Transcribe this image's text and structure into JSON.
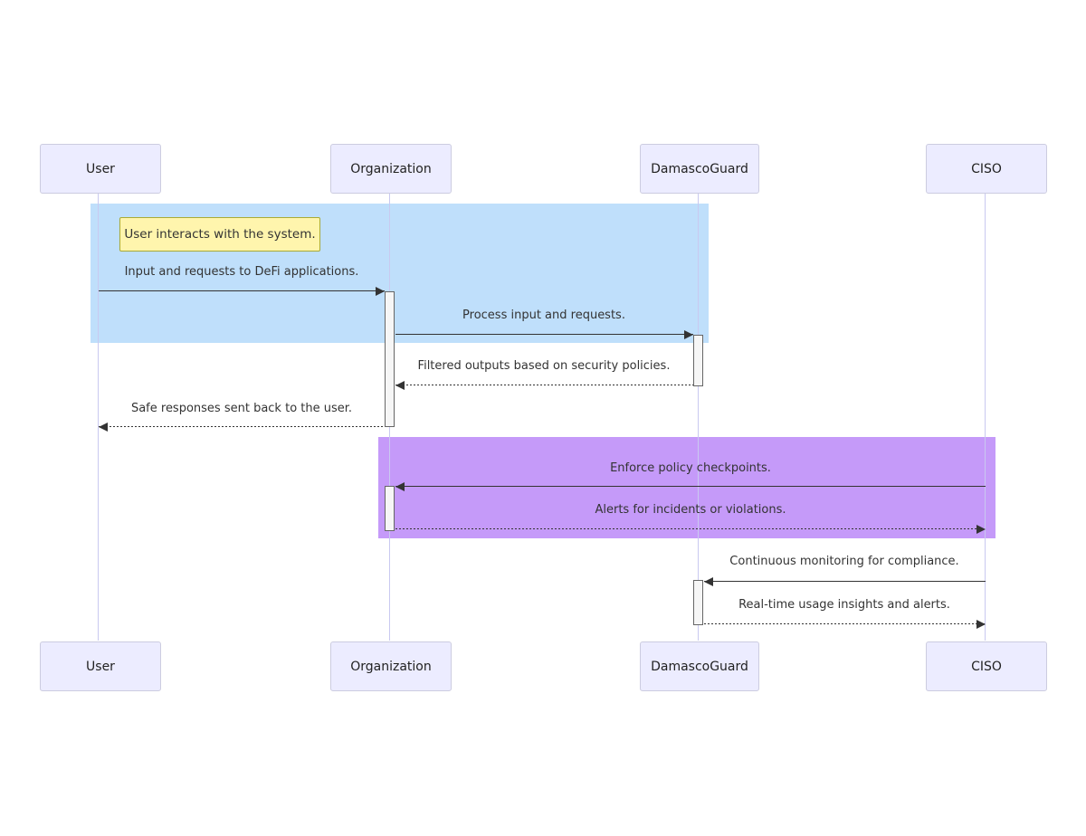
{
  "diagram": {
    "type": "sequence",
    "actors": [
      {
        "id": "user",
        "label": "User"
      },
      {
        "id": "organization",
        "label": "Organization"
      },
      {
        "id": "damascoguard",
        "label": "DamascoGuard"
      },
      {
        "id": "ciso",
        "label": "CISO"
      }
    ],
    "note": {
      "text": "User interacts with the system.",
      "over": "User"
    },
    "messages": [
      {
        "from": "User",
        "to": "Organization",
        "text": "Input and requests to DeFi applications.",
        "style": "solid"
      },
      {
        "from": "Organization",
        "to": "DamascoGuard",
        "text": "Process input and requests.",
        "style": "solid"
      },
      {
        "from": "DamascoGuard",
        "to": "Organization",
        "text": "Filtered outputs based on security policies.",
        "style": "dashed"
      },
      {
        "from": "Organization",
        "to": "User",
        "text": "Safe responses sent back to the user.",
        "style": "dashed"
      },
      {
        "from": "CISO",
        "to": "Organization",
        "text": "Enforce policy checkpoints.",
        "style": "solid"
      },
      {
        "from": "Organization",
        "to": "CISO",
        "text": "Alerts for incidents or violations.",
        "style": "dashed"
      },
      {
        "from": "CISO",
        "to": "DamascoGuard",
        "text": "Continuous monitoring for compliance.",
        "style": "solid"
      },
      {
        "from": "DamascoGuard",
        "to": "CISO",
        "text": "Real-time usage insights and alerts.",
        "style": "dashed"
      }
    ],
    "colors": {
      "highlight_blue": "#BFDFFB",
      "highlight_purple": "#C59AF9",
      "note_fill": "#FFF5AD",
      "note_border": "#AAAA33",
      "actor_fill": "#ECECFF",
      "actor_border": "#CCCCE0",
      "activation_fill": "#F6F6F6",
      "lifeline": "#C9C9F0",
      "line": "#333333"
    }
  }
}
